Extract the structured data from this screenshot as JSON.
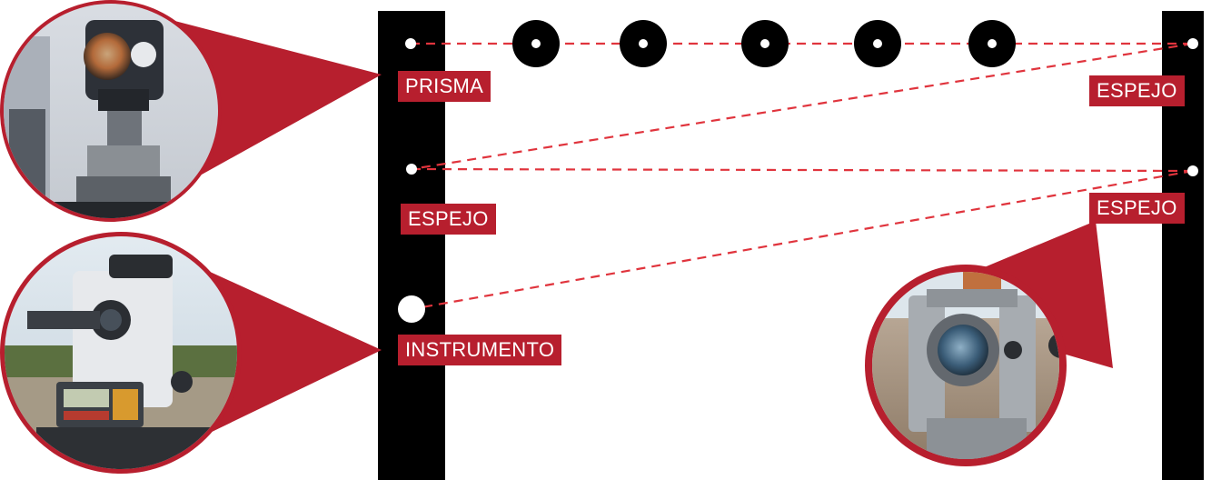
{
  "colors": {
    "accent": "#b71f2e",
    "beam": "#e0343d",
    "column": "#000000",
    "point": "#ffffff",
    "background": "#ffffff"
  },
  "labels": {
    "prisma": "PRISMA",
    "espejo_top_right": "ESPEJO",
    "espejo_left": "ESPEJO",
    "espejo_mid_right": "ESPEJO",
    "instrumento": "INSTRUMENTO"
  },
  "photos": {
    "prism": {
      "icon": "prism-reflector-photo"
    },
    "total_station": {
      "icon": "total-station-photo"
    },
    "theodolite": {
      "icon": "theodolite-photo"
    }
  }
}
